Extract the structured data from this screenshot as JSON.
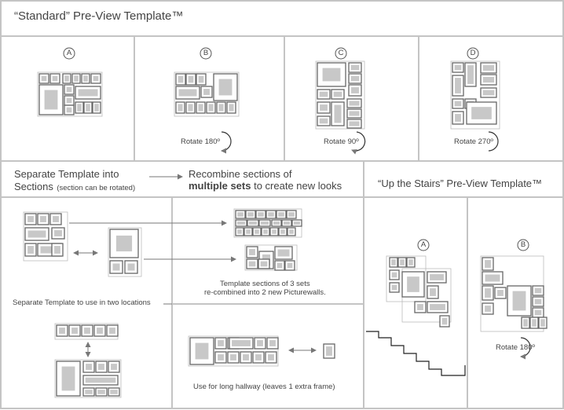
{
  "title": "“Standard” Pre-View Template™",
  "standard": {
    "a": {
      "letter": "A"
    },
    "b": {
      "letter": "B",
      "caption": "Rotate 180º"
    },
    "c": {
      "letter": "C",
      "caption": "Rotate 90º"
    },
    "d": {
      "letter": "D",
      "caption": "Rotate 270º"
    }
  },
  "separate": {
    "heading_main": "Separate Template into",
    "heading_second": "Sections",
    "heading_note": "(section can be rotated)",
    "two_locations": "Separate Template to use in two locations"
  },
  "recombine": {
    "heading_line1": "Recombine sections of",
    "heading_bold": "multiple sets",
    "heading_rest": "to create new looks",
    "caption_line1": "Template sections of 3 sets",
    "caption_line2": "re-combined into 2 new Picturewalls.",
    "hallway": "Use for long hallway (leaves 1 extra frame)"
  },
  "stairs": {
    "title": "“Up the Stairs” Pre-View Template™",
    "a": {
      "letter": "A"
    },
    "b": {
      "letter": "B",
      "caption": "Rotate 180º"
    }
  }
}
